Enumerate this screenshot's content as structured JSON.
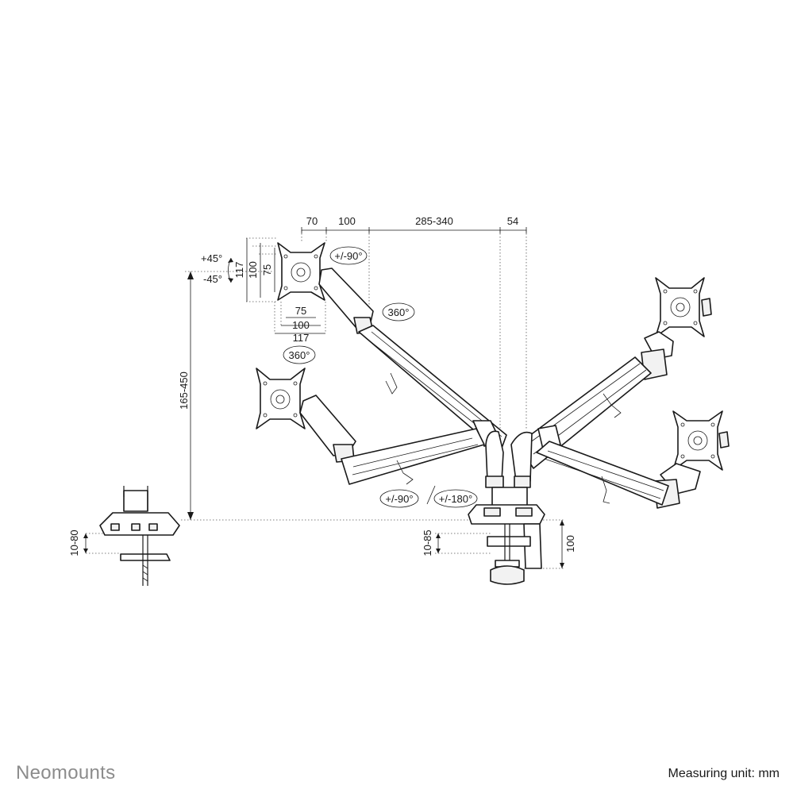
{
  "brand": {
    "name": "Neomounts",
    "color": "#8c8c8c"
  },
  "footer": {
    "unit_text": "Measuring unit: mm"
  },
  "dimensions": {
    "top_row": [
      "70",
      "100",
      "285-340",
      "54"
    ],
    "vesa_vertical": [
      "117",
      "100",
      "75"
    ],
    "vesa_horizontal": [
      "75",
      "100",
      "117"
    ],
    "tilt": [
      "+45°",
      "-45°"
    ],
    "rotations": [
      "+/-90°",
      "360°",
      "360°",
      "+/-90°",
      "+/-180°"
    ],
    "height_range": "165-450",
    "desk_left": "10-80",
    "desk_center": "10-85",
    "desk_right": "100"
  }
}
